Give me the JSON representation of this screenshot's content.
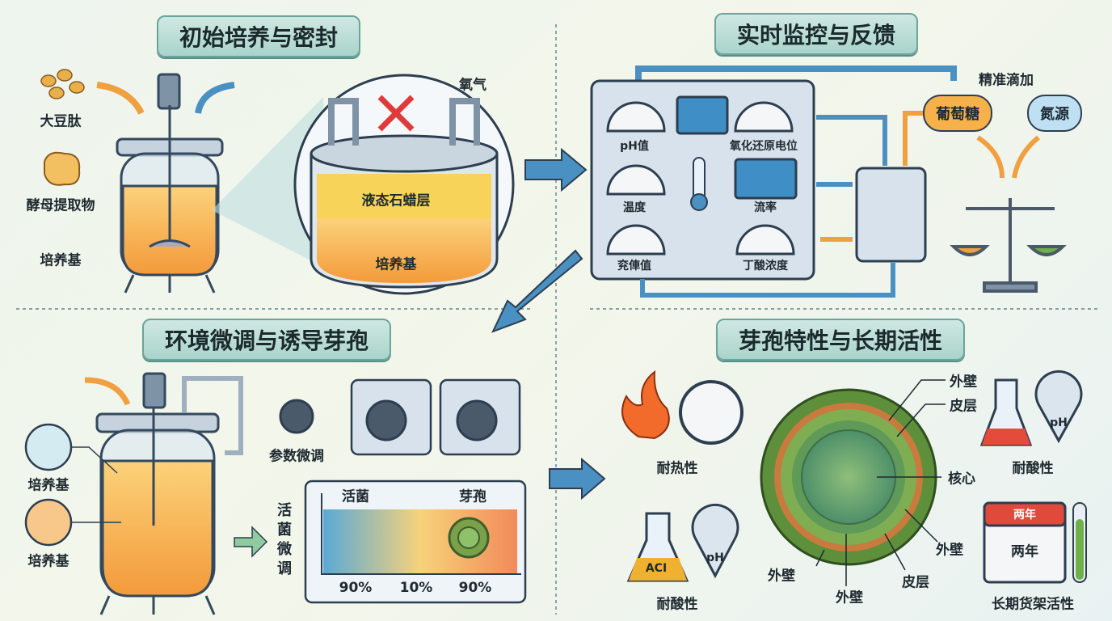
{
  "sections": {
    "q1": {
      "title": "初始培养与密封",
      "labels": {
        "soy_peptide": "大豆肽",
        "yeast_extract": "酵母提取物",
        "medium": "培养基",
        "oxygen": "氧气",
        "paraffin_layer": "液态石蜡层",
        "medium_inner": "培养基"
      }
    },
    "q2": {
      "title": "实时监控与反馈",
      "precise_dosing": "精准滴加",
      "glucose": "葡萄糖",
      "nitrogen_source": "氮源",
      "gauges": {
        "ph": "pH值",
        "orp": "氧化还原电位",
        "temperature": "温度",
        "flow_rate": "流率",
        "unknown_value": "兖俥值",
        "butyrate": "丁酸浓度"
      }
    },
    "q3": {
      "title": "环境微调与诱导芽孢",
      "medium_a": "培养基",
      "medium_b": "培养基",
      "param_tuning": "参数微调",
      "live_tuning": "活菌微调",
      "chart": {
        "live": "活菌",
        "spore": "芽孢",
        "p1": "90%",
        "p2": "10%",
        "p3": "90%"
      }
    },
    "q4": {
      "title": "芽孢特性与长期活性",
      "heat_resistance": "耐热性",
      "acid_resistance_a": "耐酸性",
      "acid_resistance_b": "耐酸性",
      "acid_label": "ACI",
      "ph_a": "pH",
      "ph_b": "pH",
      "layers": {
        "outer1": "外壁",
        "cortex1": "皮层",
        "core": "核心",
        "outer2": "外壁",
        "outer3": "外壁",
        "outer4": "外壁",
        "cortex2": "皮层"
      },
      "calendar_top": "两年",
      "calendar_body": "两年",
      "shelf_life": "长期货架活性",
      "shelf_level": 0.8
    }
  },
  "colors": {
    "arrow_blue": "#4a90c2",
    "arrow_orange": "#f0a040",
    "medium": "#f5a845",
    "spore_green": "#6b9a3e",
    "title_bg": "#b9ddd5"
  }
}
